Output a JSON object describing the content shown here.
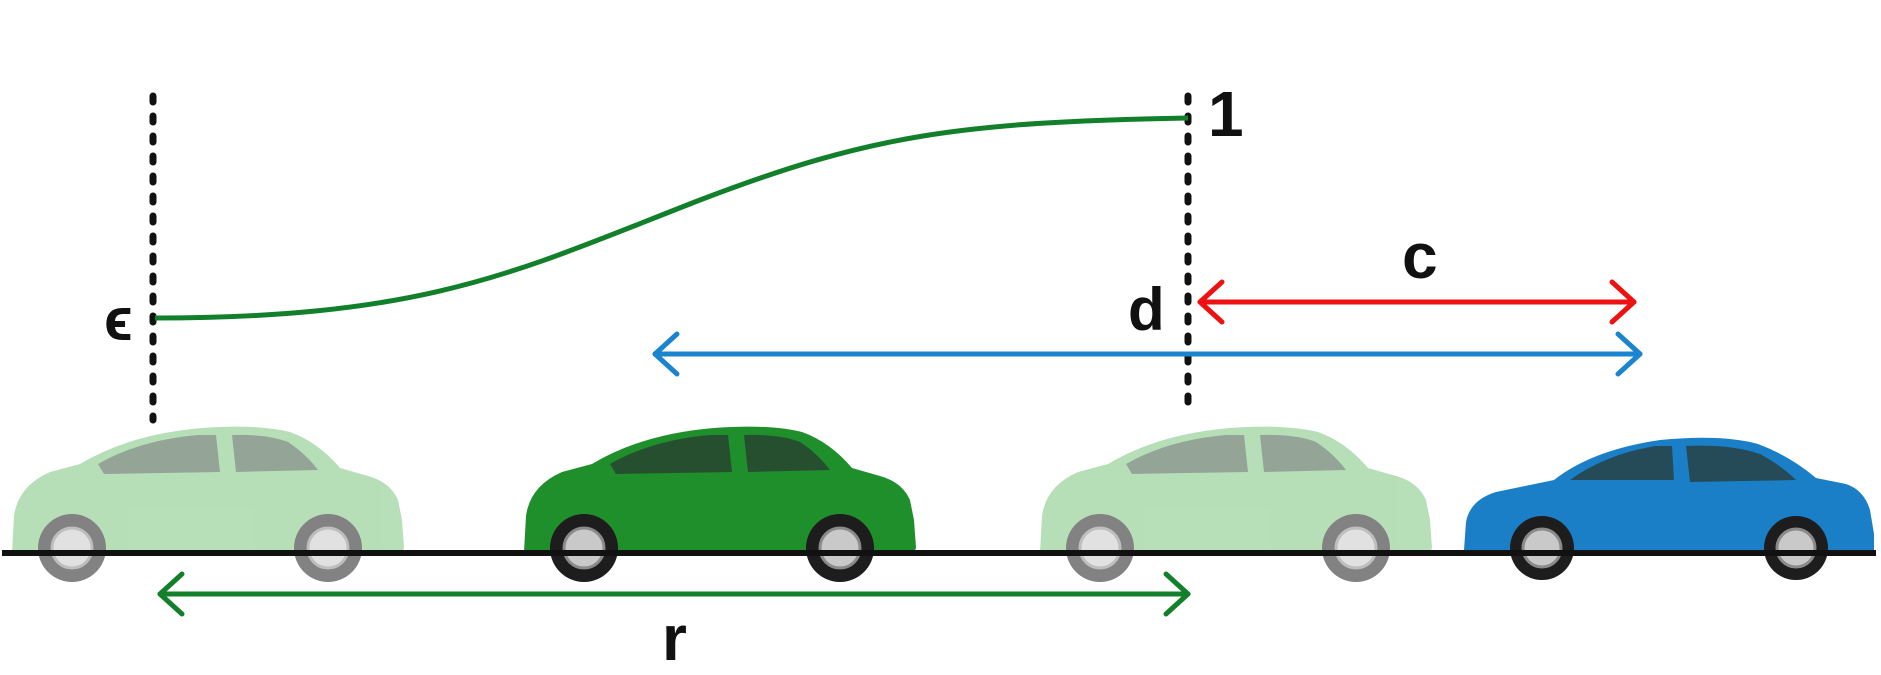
{
  "labels": {
    "epsilon": "ϵ",
    "one": "1",
    "d": "d",
    "c": "c",
    "r": "r"
  },
  "colors": {
    "ghost_car": "#8fcf90",
    "green_car": "#1e8f2a",
    "blue_car": "#1a7fc6",
    "curve": "#12802a",
    "arrow_c": "#ee1111",
    "arrow_blue": "#1a84cf",
    "arrow_r": "#12802a",
    "ground": "#111111"
  }
}
